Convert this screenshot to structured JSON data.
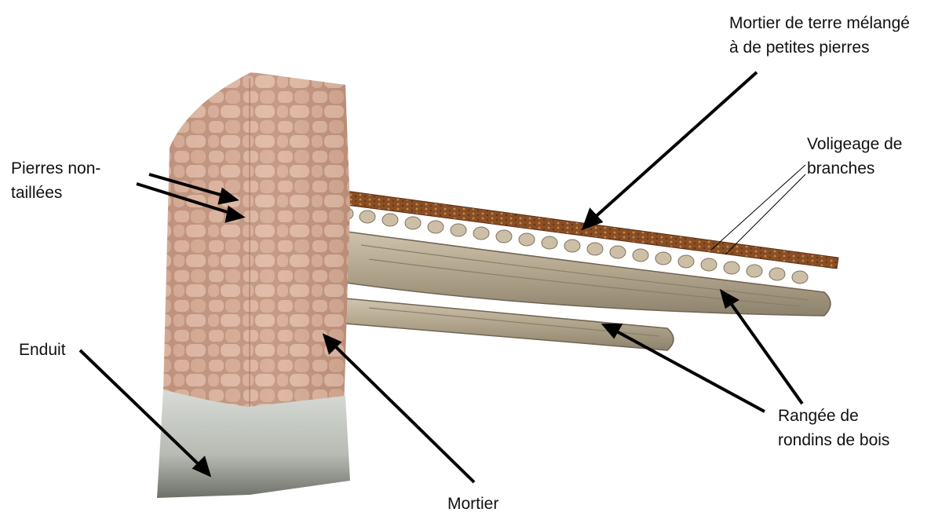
{
  "labels": {
    "mortier_terre": [
      "Mortier de terre mélangé",
      "à de petites pierres"
    ],
    "voligeage": [
      "Voligeage de",
      "branches"
    ],
    "pierres": [
      "Pierres non-",
      "taillées"
    ],
    "enduit": "Enduit",
    "rangee": [
      "Rangée de",
      "rondins de bois"
    ],
    "mortier": "Mortier"
  },
  "colors": {
    "stone": "#d9b09a",
    "stone_dark": "#a47762",
    "plaster": "#c9ccc6",
    "earth_mortar": "#8a4e25",
    "wood": "#b8ab93",
    "wood_dark": "#7d725f",
    "arrow": "#000000"
  }
}
